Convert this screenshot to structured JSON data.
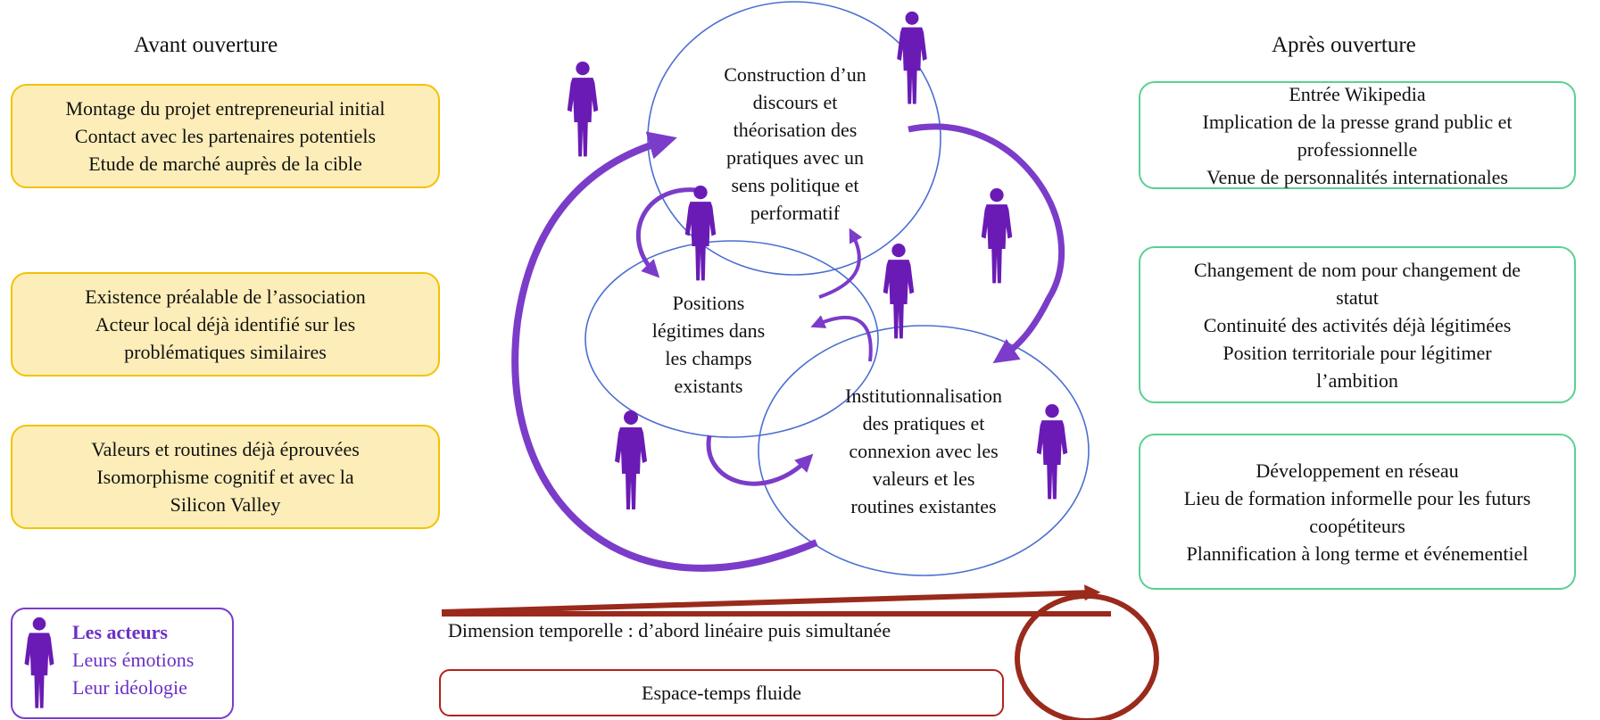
{
  "headings": {
    "left": "Avant ouverture",
    "right": "Après ouverture"
  },
  "left_boxes": [
    {
      "lines": [
        "Montage du projet entrepreneurial initial",
        "Contact avec les partenaires potentiels",
        "Etude de marché auprès de la cible"
      ]
    },
    {
      "lines": [
        "Existence préalable de l’association",
        "Acteur local déjà identifié sur les",
        "problématiques similaires"
      ]
    },
    {
      "lines": [
        "Valeurs et routines déjà éprouvées",
        "Isomorphisme cognitif et  avec la",
        "Silicon Valley"
      ]
    }
  ],
  "right_boxes": [
    {
      "lines": [
        "Entrée Wikipedia",
        "Implication de la presse grand public et",
        "professionnelle",
        "Venue de personnalités internationales"
      ]
    },
    {
      "lines": [
        "Changement de nom pour changement de",
        "statut",
        "Continuité des activités déjà légitimées",
        "Position territoriale pour légitimer",
        "l’ambition"
      ]
    },
    {
      "lines": [
        "Développement en réseau",
        "Lieu de formation informelle pour les futurs",
        "coopétiteurs",
        "Plannification à long terme  et événementiel"
      ]
    }
  ],
  "circles": {
    "top": {
      "lines": [
        "Construction d’un",
        "discours et",
        "théorisation des",
        "pratiques avec un",
        "sens politique et",
        "performatif"
      ]
    },
    "left": {
      "lines": [
        "Positions",
        "légitimes dans",
        "les champs",
        "existants"
      ]
    },
    "bottom": {
      "lines": [
        "Institutionnalisation",
        "des pratiques et",
        "connexion avec les",
        "valeurs et les",
        "routines existantes"
      ]
    }
  },
  "legend": {
    "title": "Les acteurs",
    "line1": "Leurs émotions",
    "line2": "Leur idéologie",
    "icon": "person-icon"
  },
  "timeline": {
    "label": "Dimension temporelle : d’abord linéaire puis simultanée"
  },
  "space_time_box": {
    "label": "Espace-temps fluide"
  },
  "colors": {
    "yellow_fill": "#fdeeb9",
    "yellow_border": "#f3c200",
    "green_border": "#59d18f",
    "circle_stroke": "#4a6fd0",
    "arrow_purple": "#7b3cc9",
    "figure_purple": "#6a1bb5",
    "timeline_red": "#9a2a1c"
  }
}
